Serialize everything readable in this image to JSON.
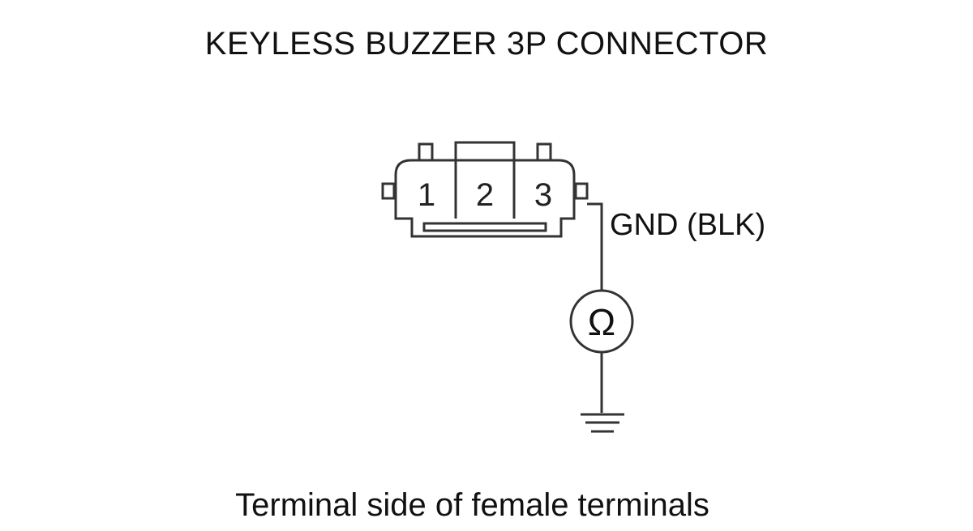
{
  "title": "KEYLESS BUZZER 3P CONNECTOR",
  "caption": "Terminal side of female terminals",
  "connector": {
    "pins": [
      "1",
      "2",
      "3"
    ]
  },
  "wire": {
    "label": "GND (BLK)"
  },
  "meter": {
    "symbol": "Ω"
  },
  "colors": {
    "line": "#333333",
    "text": "#111111",
    "background": "#ffffff"
  }
}
